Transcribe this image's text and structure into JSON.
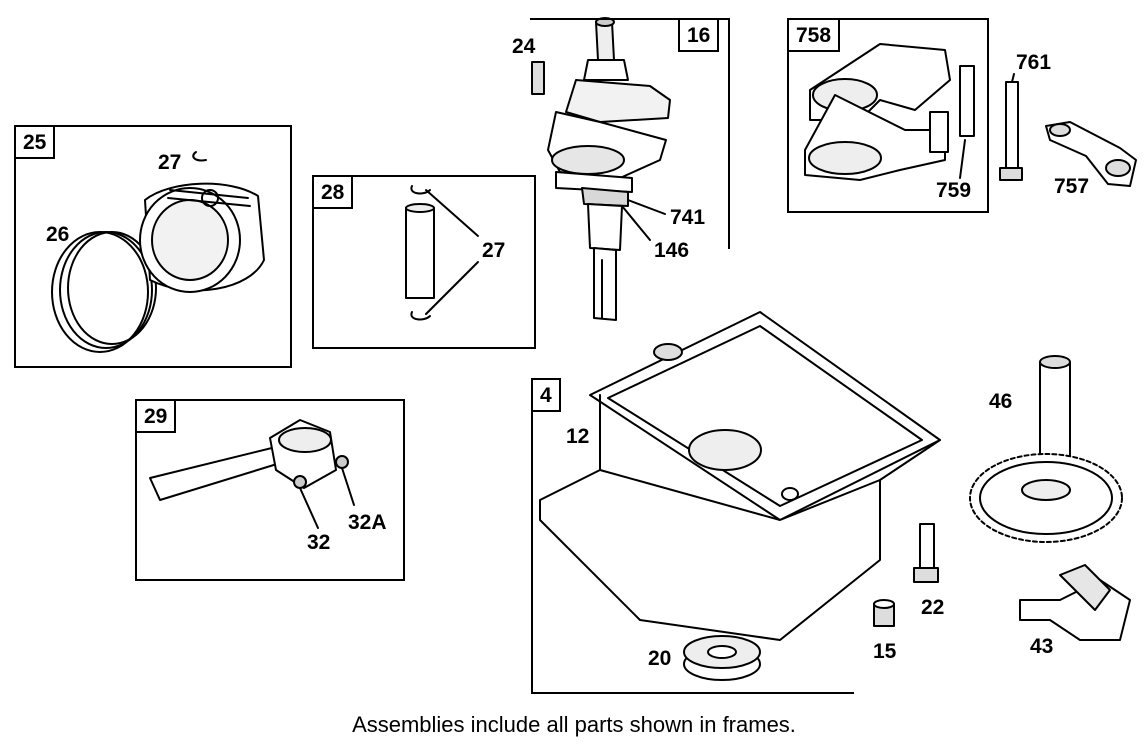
{
  "frames": {
    "f16": "16",
    "f758": "758",
    "f25": "25",
    "f28": "28",
    "f29": "29",
    "f4": "4"
  },
  "labels": {
    "p24": "24",
    "p761": "761",
    "p759": "759",
    "p757": "757",
    "p741": "741",
    "p146": "146",
    "p27a": "27",
    "p26": "26",
    "p27b": "27",
    "p46": "46",
    "p12": "12",
    "p32": "32",
    "p32a": "32A",
    "p22": "22",
    "p15": "15",
    "p20": "20",
    "p43": "43"
  },
  "caption": "Assemblies include all parts shown in frames."
}
